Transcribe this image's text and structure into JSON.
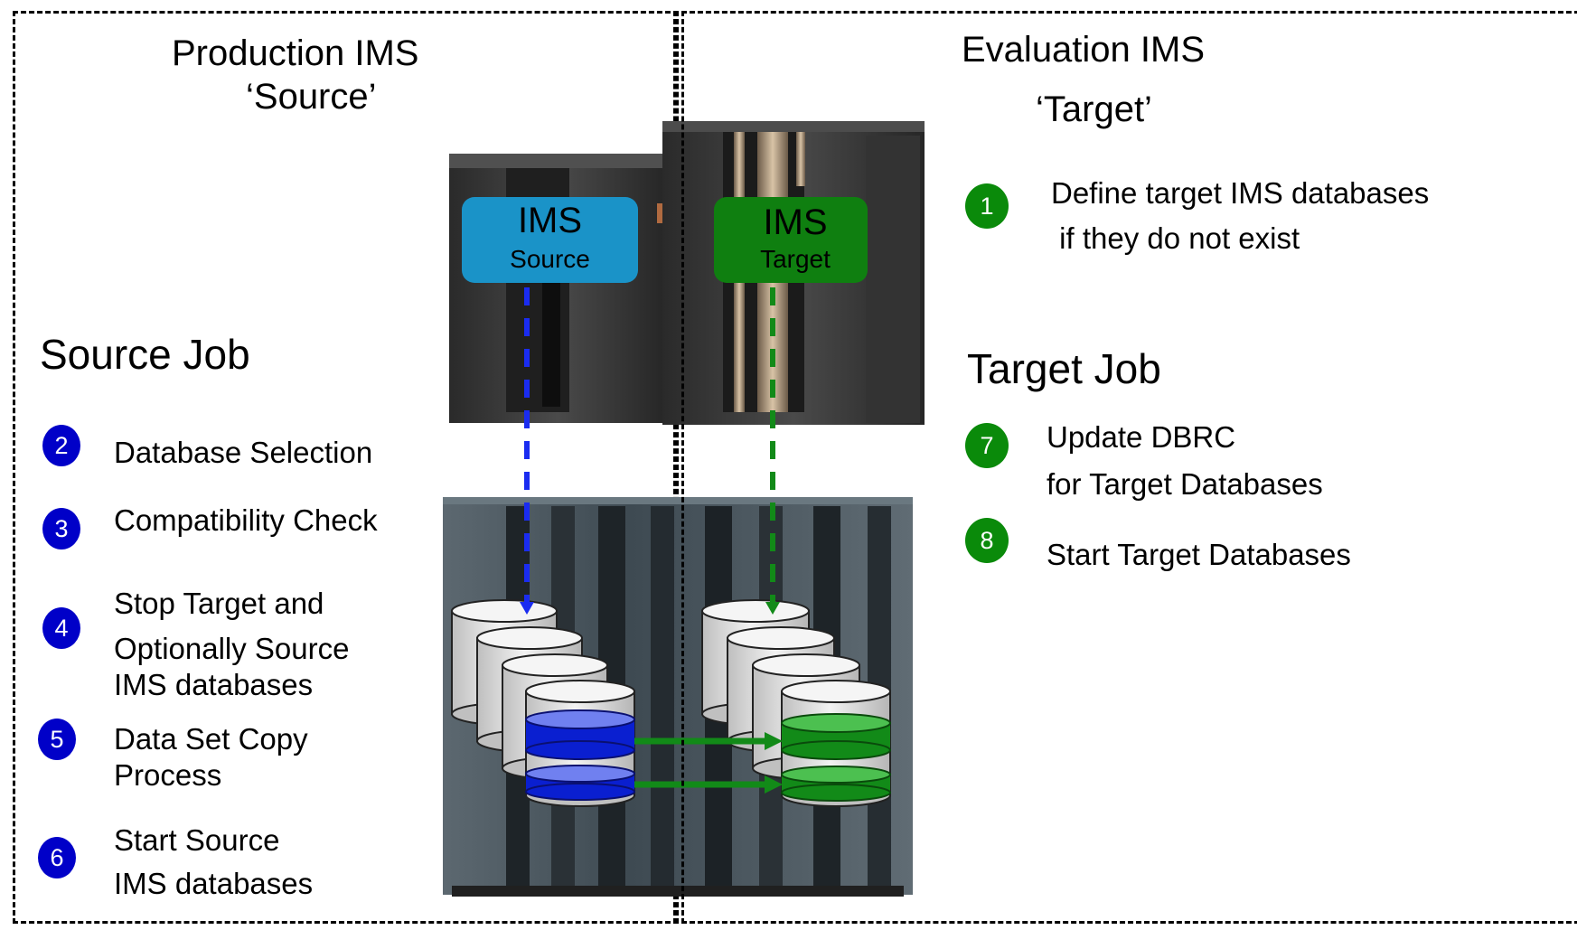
{
  "colors": {
    "source_blue": "#1a93c8",
    "target_green": "#0f7f10",
    "badge_blue": "#0000c8",
    "badge_green": "#0a8a0a",
    "disk_blue": "#0a1fd0",
    "disk_green": "#128a18"
  },
  "source": {
    "title_line1": "Production IMS",
    "title_line2": "‘Source’",
    "ims_box": {
      "label": "IMS",
      "sublabel": "Source"
    },
    "job_heading": "Source Job",
    "steps": [
      {
        "num": "2",
        "lines": [
          "Database Selection"
        ]
      },
      {
        "num": "3",
        "lines": [
          "Compatibility Check"
        ]
      },
      {
        "num": "4",
        "lines": [
          "Stop Target and",
          "Optionally Source",
          "IMS databases"
        ]
      },
      {
        "num": "5",
        "lines": [
          "Data Set Copy",
          "Process"
        ]
      },
      {
        "num": "6",
        "lines": [
          "Start Source",
          "IMS databases"
        ]
      }
    ]
  },
  "target": {
    "title_line1": "Evaluation IMS",
    "title_line2": "‘Target’",
    "ims_box": {
      "label": "IMS",
      "sublabel": "Target"
    },
    "pre_step": {
      "num": "1",
      "lines": [
        "Define target IMS databases",
        " if they do not exist"
      ]
    },
    "job_heading": "Target Job",
    "steps": [
      {
        "num": "7",
        "lines": [
          "Update DBRC",
          "for Target Databases"
        ]
      },
      {
        "num": "8",
        "lines": [
          "Start Target Databases"
        ]
      }
    ]
  },
  "icons": {
    "upper_machine": "mainframe-server-icon",
    "lower_machine": "storage-cabinet-icon",
    "source_disks": "database-stack-icon",
    "target_disks": "database-stack-icon"
  }
}
